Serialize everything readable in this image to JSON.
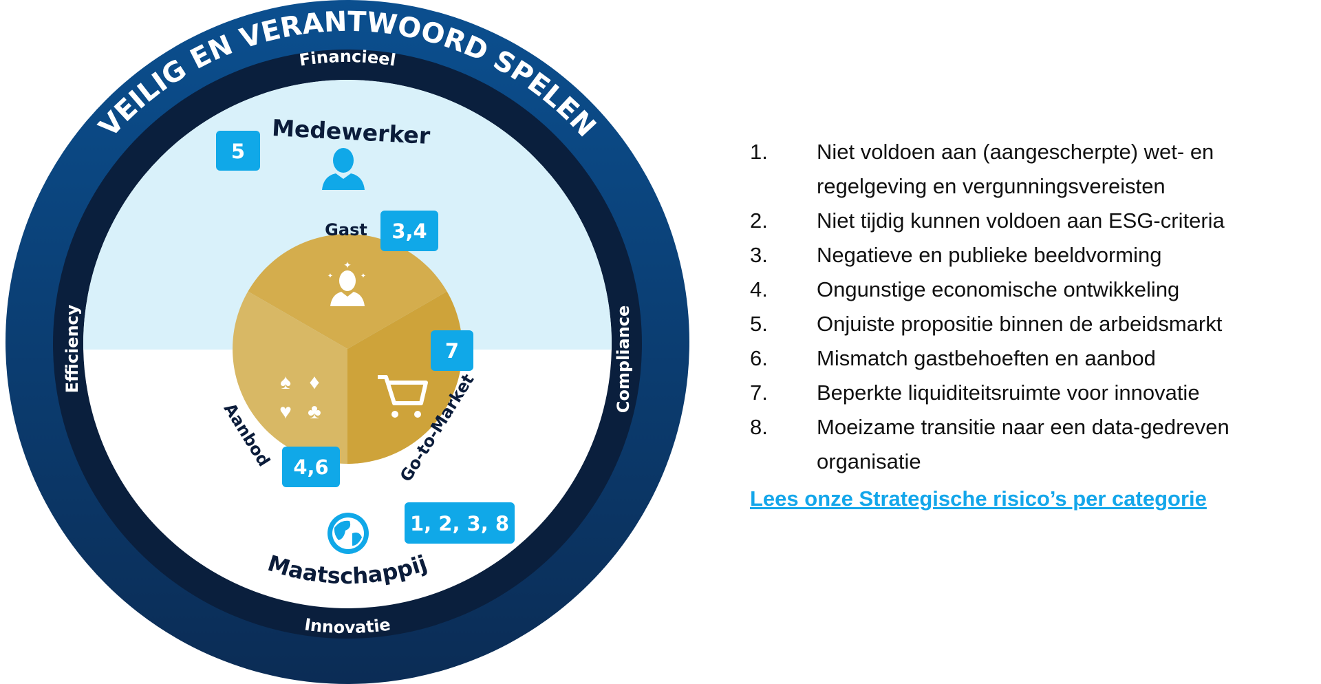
{
  "diagram": {
    "outer_ring_title": "VEILIG EN VERANTWOORD SPELEN",
    "inner_ring": {
      "top": "Financieel",
      "bottom": "Innovatie",
      "left": "Efficiency",
      "right": "Compliance"
    },
    "stakeholders": {
      "medewerker": {
        "label": "Medewerker",
        "risks": "5"
      },
      "maatschappij": {
        "label": "Maatschappij",
        "risks": "1, 2, 3, 8"
      }
    },
    "pie": {
      "gast": {
        "label": "Gast",
        "risks": "3,4"
      },
      "go_to_market": {
        "label": "Go-to-Market",
        "risks": "7"
      },
      "aanbod": {
        "label": "Aanbod",
        "risks": "4,6"
      }
    },
    "icons": [
      "person-icon",
      "guest-person-icon",
      "card-suits-icon",
      "shopping-cart-icon",
      "globe-icon"
    ],
    "colors": {
      "outer_ring": "#0b4684",
      "inner_ring": "#0a1f3d",
      "top_half": "#d9f1fa",
      "badge": "#10a8e8",
      "pie_gold": "#d4ad4d",
      "link": "#13a6ea"
    }
  },
  "risks": [
    {
      "num": "1.",
      "text": "Niet voldoen aan (aangescherpte) wet- en regelgeving en vergunningsvereisten"
    },
    {
      "num": "2.",
      "text": "Niet tijdig kunnen voldoen aan ESG-criteria"
    },
    {
      "num": "3.",
      "text": "Negatieve en publieke beeldvorming"
    },
    {
      "num": "4.",
      "text": "Ongunstige economische ontwikkeling"
    },
    {
      "num": "5.",
      "text": "Onjuiste propositie binnen de arbeidsmarkt"
    },
    {
      "num": "6.",
      "text": "Mismatch gastbehoeften en aanbod"
    },
    {
      "num": "7.",
      "text": "Beperkte liquiditeitsruimte voor innovatie"
    },
    {
      "num": "8.",
      "text": "Moeizame transitie naar een data-gedreven organisatie"
    }
  ],
  "link": "Lees onze Strategische risico’s per categorie"
}
